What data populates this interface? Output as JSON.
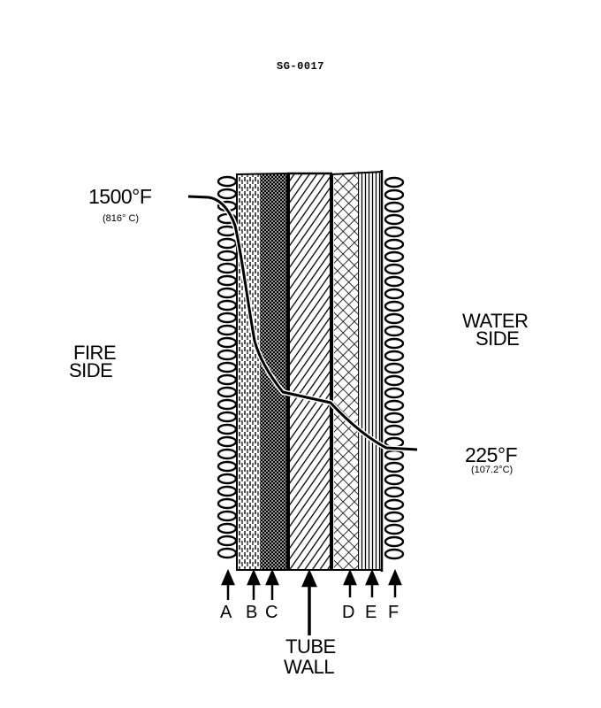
{
  "document": {
    "id": "SG-0017"
  },
  "labels": {
    "fire_temp_f": "1500°F",
    "fire_temp_c": "(816° C)",
    "water_temp_f": "225°F",
    "water_temp_c": "(107.2°C)",
    "fire_side_line1": "FIRE",
    "fire_side_line2": "SIDE",
    "water_side_line1": "WATER",
    "water_side_line2": "SIDE",
    "tube_wall_line1": "TUBE",
    "tube_wall_line2": "WALL"
  },
  "layers": [
    {
      "key": "A",
      "label": "A",
      "description": "fire-side gas film (coils)"
    },
    {
      "key": "B",
      "label": "B",
      "description": "dashed vertical layer"
    },
    {
      "key": "C",
      "label": "C",
      "description": "fine crosshatch deposit"
    },
    {
      "key": "TUBE",
      "label": "TUBE WALL",
      "description": "diagonal hatched metal wall"
    },
    {
      "key": "D",
      "label": "D",
      "description": "diamond crosshatch scale"
    },
    {
      "key": "E",
      "label": "E",
      "description": "vertical line layer"
    },
    {
      "key": "F",
      "label": "F",
      "description": "water-side film (coils)"
    }
  ],
  "colors": {
    "ink": "#000000",
    "paper": "#ffffff"
  }
}
